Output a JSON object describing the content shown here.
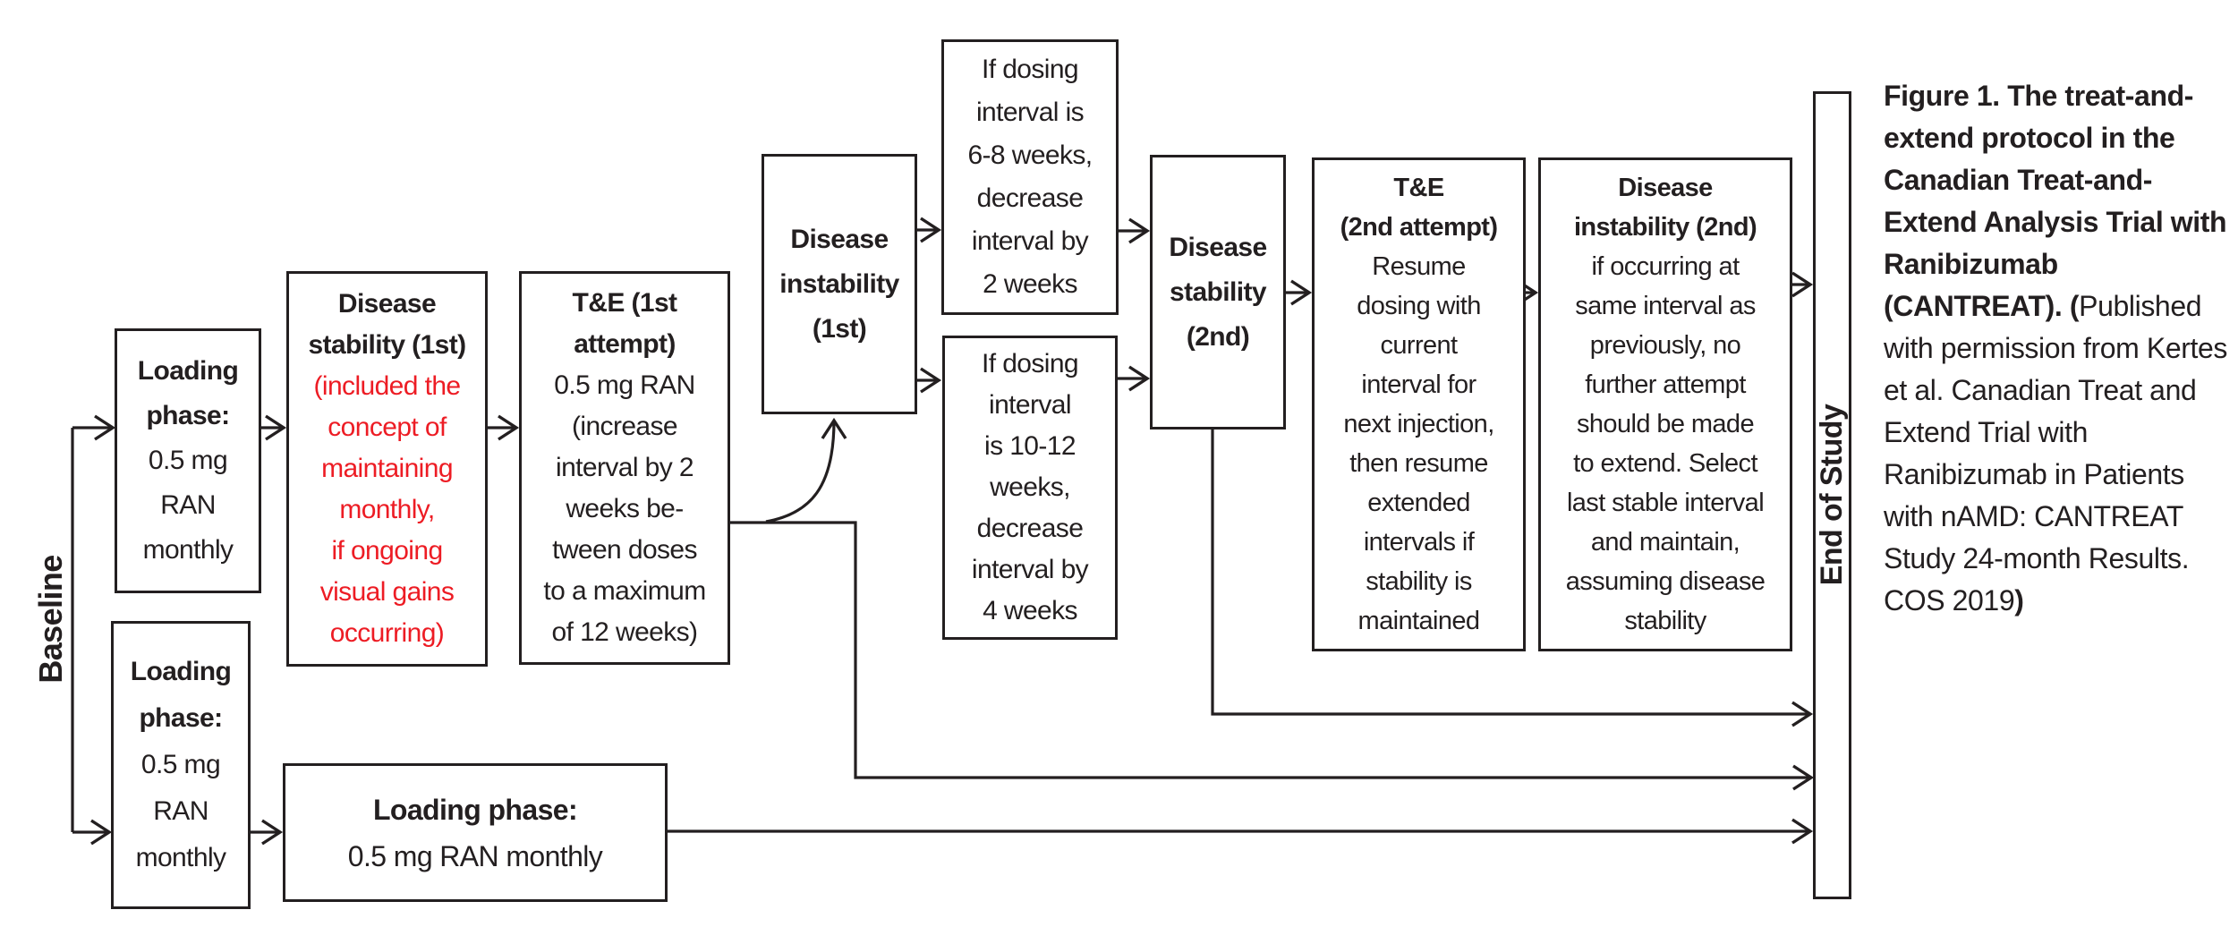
{
  "colors": {
    "line": "#231f20",
    "red_text": "#ed1c24"
  },
  "figure": {
    "baseline_label": "Baseline",
    "end_of_study_label": "End of Study",
    "boxes": {
      "loading_top": {
        "title": "Loading\nphase:",
        "body": "0.5 mg\nRAN\nmonthly"
      },
      "loading_bottom": {
        "title": "Loading\nphase:",
        "body": "0.5 mg\nRAN\nmonthly"
      },
      "stability1": {
        "title": "Disease\nstability (1st)",
        "body_red": "(included the\nconcept of\nmaintaining\nmonthly,\nif ongoing\nvisual gains\noccurring)"
      },
      "te1": {
        "title": "T&E (1st\nattempt)",
        "body": "0.5 mg RAN\n(increase\ninterval by 2\nweeks be-\ntween doses\nto a maximum\nof 12 weeks)"
      },
      "instability1": {
        "title": "Disease\ninstability\n(1st)"
      },
      "interval68": {
        "body": "If dosing\ninterval is\n6-8 weeks,\ndecrease\ninterval by\n2 weeks"
      },
      "interval1012": {
        "body": "If dosing\ninterval\nis 10-12\nweeks,\ndecrease\ninterval by\n4 weeks"
      },
      "stability2": {
        "title": "Disease\nstability\n(2nd)"
      },
      "te2": {
        "title": "T&E\n(2nd attempt)",
        "body": "Resume\ndosing with\ncurrent\ninterval for\nnext injection,\nthen resume\nextended\nintervals if\nstability is\nmaintained"
      },
      "instability2": {
        "title": "Disease\ninstability (2nd)",
        "body": "if occurring at\nsame interval as\npreviously, no\nfurther attempt\nshould be made\nto extend. Select\nlast stable interval\nand maintain,\nassuming disease\nstability"
      },
      "loading_wide": {
        "title": "Loading phase:",
        "body": "0.5 mg RAN monthly"
      }
    },
    "caption": {
      "bold_lead": "Figure 1. The treat-and-extend protocol in the Canadian Treat-and-Extend Analysis Trial with Ranibizumab (CANTREAT). (",
      "regular": "Published with permission from Kertes et al. Canadian Treat and Extend Trial with Ranibizumab in Patients with nAMD: CANTREAT Study 24-month Results. COS 2019",
      "bold_close": ")"
    }
  }
}
